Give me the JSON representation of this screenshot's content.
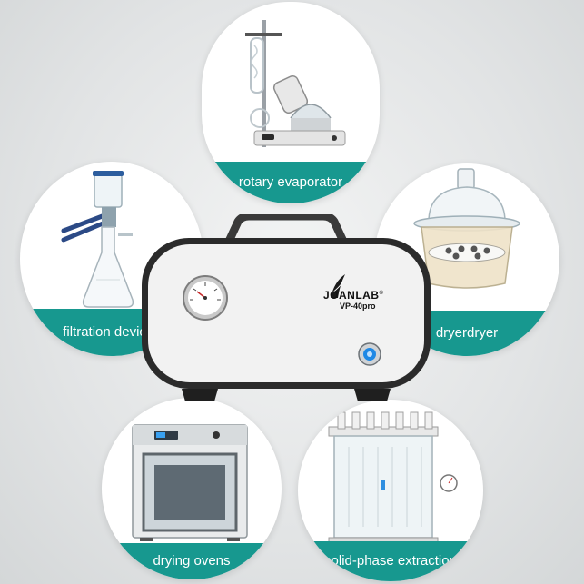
{
  "product": {
    "brand": "JOANLAB",
    "model": "VP-40pro",
    "registered_mark": "®"
  },
  "applications": [
    {
      "id": "rotary",
      "label": "rotary evaporator"
    },
    {
      "id": "filtration",
      "label": "filtration devices"
    },
    {
      "id": "dryer",
      "label": "dryerdryer"
    },
    {
      "id": "ovens",
      "label": "drying ovens"
    },
    {
      "id": "spe",
      "label": "solid-phase extraction"
    }
  ],
  "colors": {
    "accent_band": "#17988f",
    "pump_body": "#f2f2f2",
    "pump_frame": "#2b2b2b",
    "switch_blue": "#1e88e5"
  },
  "icons": [
    "pressure-gauge-icon",
    "power-switch-icon",
    "joanlab-logo-icon"
  ]
}
